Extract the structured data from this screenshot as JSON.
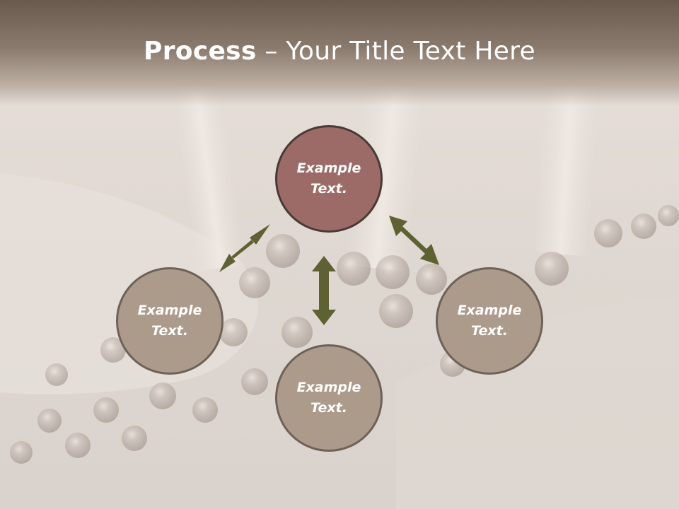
{
  "slide": {
    "title_bold": "Process",
    "title_rest": " – Your Title Text Here"
  },
  "diagram": {
    "nodes": [
      {
        "id": "top",
        "text": "Example Text."
      },
      {
        "id": "left",
        "text": "Example Text."
      },
      {
        "id": "bottom",
        "text": "Example Text."
      },
      {
        "id": "right",
        "text": "Example Text."
      }
    ],
    "connectors": [
      {
        "from": "top",
        "to": "left",
        "type": "double-arrow"
      },
      {
        "from": "top",
        "to": "bottom",
        "type": "double-arrow"
      },
      {
        "from": "top",
        "to": "right",
        "type": "double-arrow"
      }
    ],
    "colors": {
      "primary_node": "#9c6b67",
      "secondary_node": "#ac9a8b",
      "arrow": "#5e6131"
    }
  }
}
